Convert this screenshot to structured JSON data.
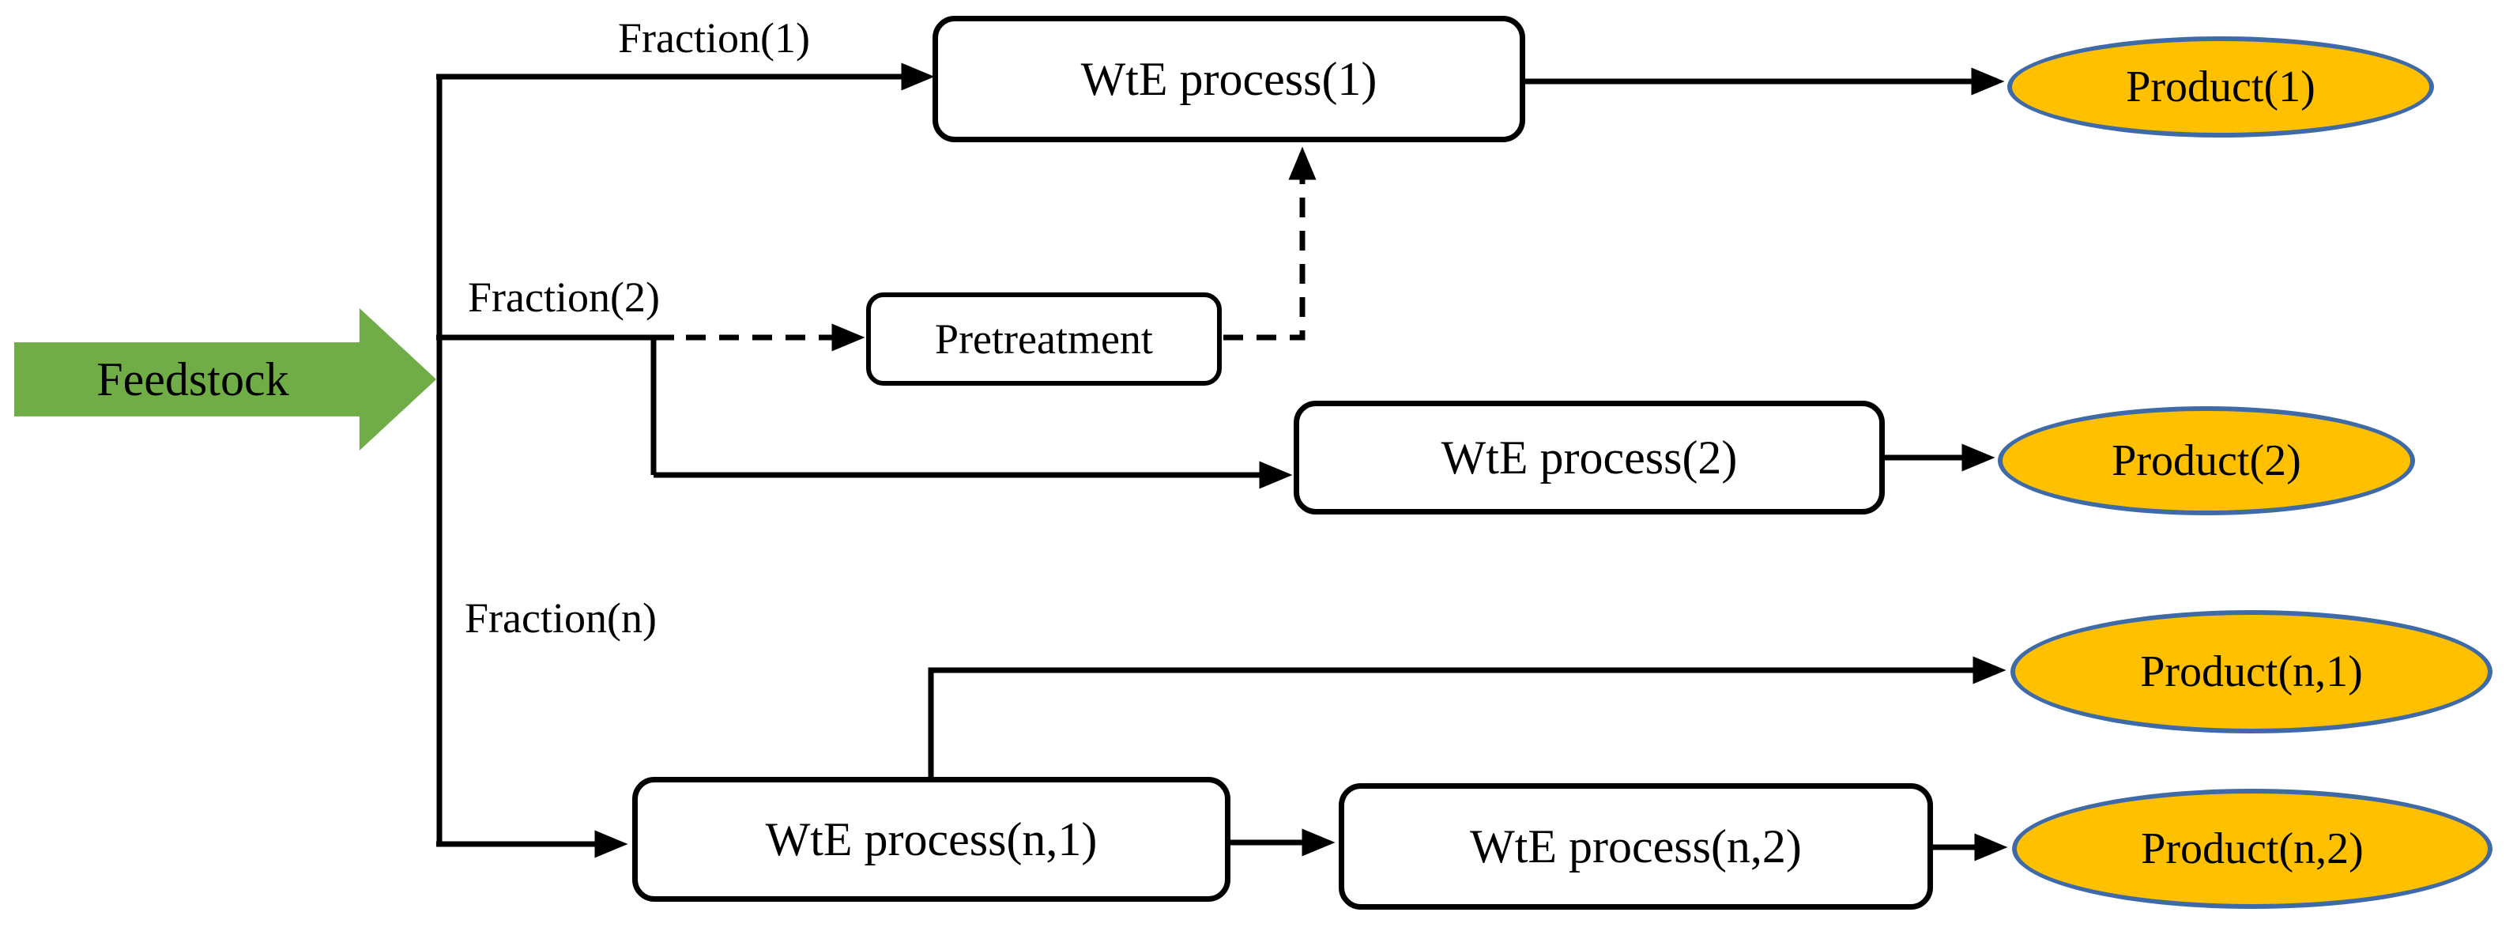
{
  "diagram": {
    "title": "Waste-to-Energy feedstock fractionation flow diagram",
    "colors": {
      "connector": "#000000",
      "box_fill": "#ffffff",
      "box_border": "#000000",
      "product_fill": "#FFC000",
      "product_border": "#3E6AA8",
      "feedstock_fill": "#70AD47",
      "text": "#000000",
      "background": "#ffffff"
    },
    "feedstock": {
      "label": "Feedstock"
    },
    "fractions": [
      {
        "label": "Fraction(1)"
      },
      {
        "label": "Fraction(2)"
      },
      {
        "label": "Fraction(n)"
      }
    ],
    "processes": [
      {
        "label": "WtE process(1)"
      },
      {
        "label": "Pretreatment"
      },
      {
        "label": "WtE process(2)"
      },
      {
        "label": "WtE process(n,1)"
      },
      {
        "label": "WtE process(n,2)"
      }
    ],
    "products": [
      {
        "label": "Product(1)"
      },
      {
        "label": "Product(2)"
      },
      {
        "label": "Product(n,1)"
      },
      {
        "label": "Product(n,2)"
      }
    ],
    "edges": [
      {
        "from": "Feedstock",
        "to": "fraction trunk",
        "style": "solid"
      },
      {
        "from": "Fraction(1)",
        "to": "WtE process(1)",
        "style": "solid"
      },
      {
        "from": "Fraction(2)",
        "to": "Pretreatment",
        "style": "dashed"
      },
      {
        "from": "Pretreatment",
        "to": "WtE process(1)",
        "style": "dashed"
      },
      {
        "from": "Fraction(2)",
        "to": "WtE process(2)",
        "style": "solid"
      },
      {
        "from": "Fraction(n)",
        "to": "WtE process(n,1)",
        "style": "solid"
      },
      {
        "from": "WtE process(1)",
        "to": "Product(1)",
        "style": "solid"
      },
      {
        "from": "WtE process(2)",
        "to": "Product(2)",
        "style": "solid"
      },
      {
        "from": "WtE process(n,1)",
        "to": "Product(n,1)",
        "style": "solid"
      },
      {
        "from": "WtE process(n,1)",
        "to": "WtE process(n,2)",
        "style": "solid"
      },
      {
        "from": "WtE process(n,2)",
        "to": "Product(n,2)",
        "style": "solid"
      }
    ]
  }
}
